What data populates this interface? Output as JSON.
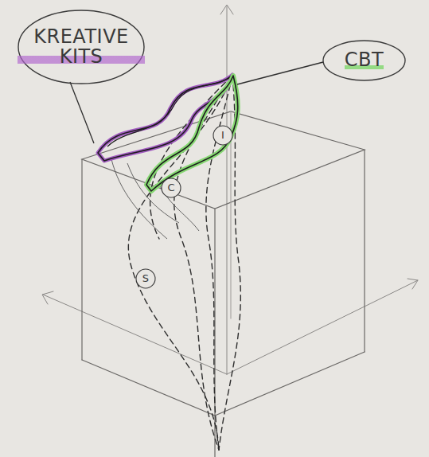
{
  "diagram": {
    "nodes": [
      {
        "text": [
          "KREATIVE KITS"
        ]
      },
      {
        "text": [
          "CBT"
        ]
      },
      {
        "text": [
          "I"
        ]
      },
      {
        "text": [
          "C"
        ]
      },
      {
        "text": [
          "S"
        ]
      }
    ]
  }
}
